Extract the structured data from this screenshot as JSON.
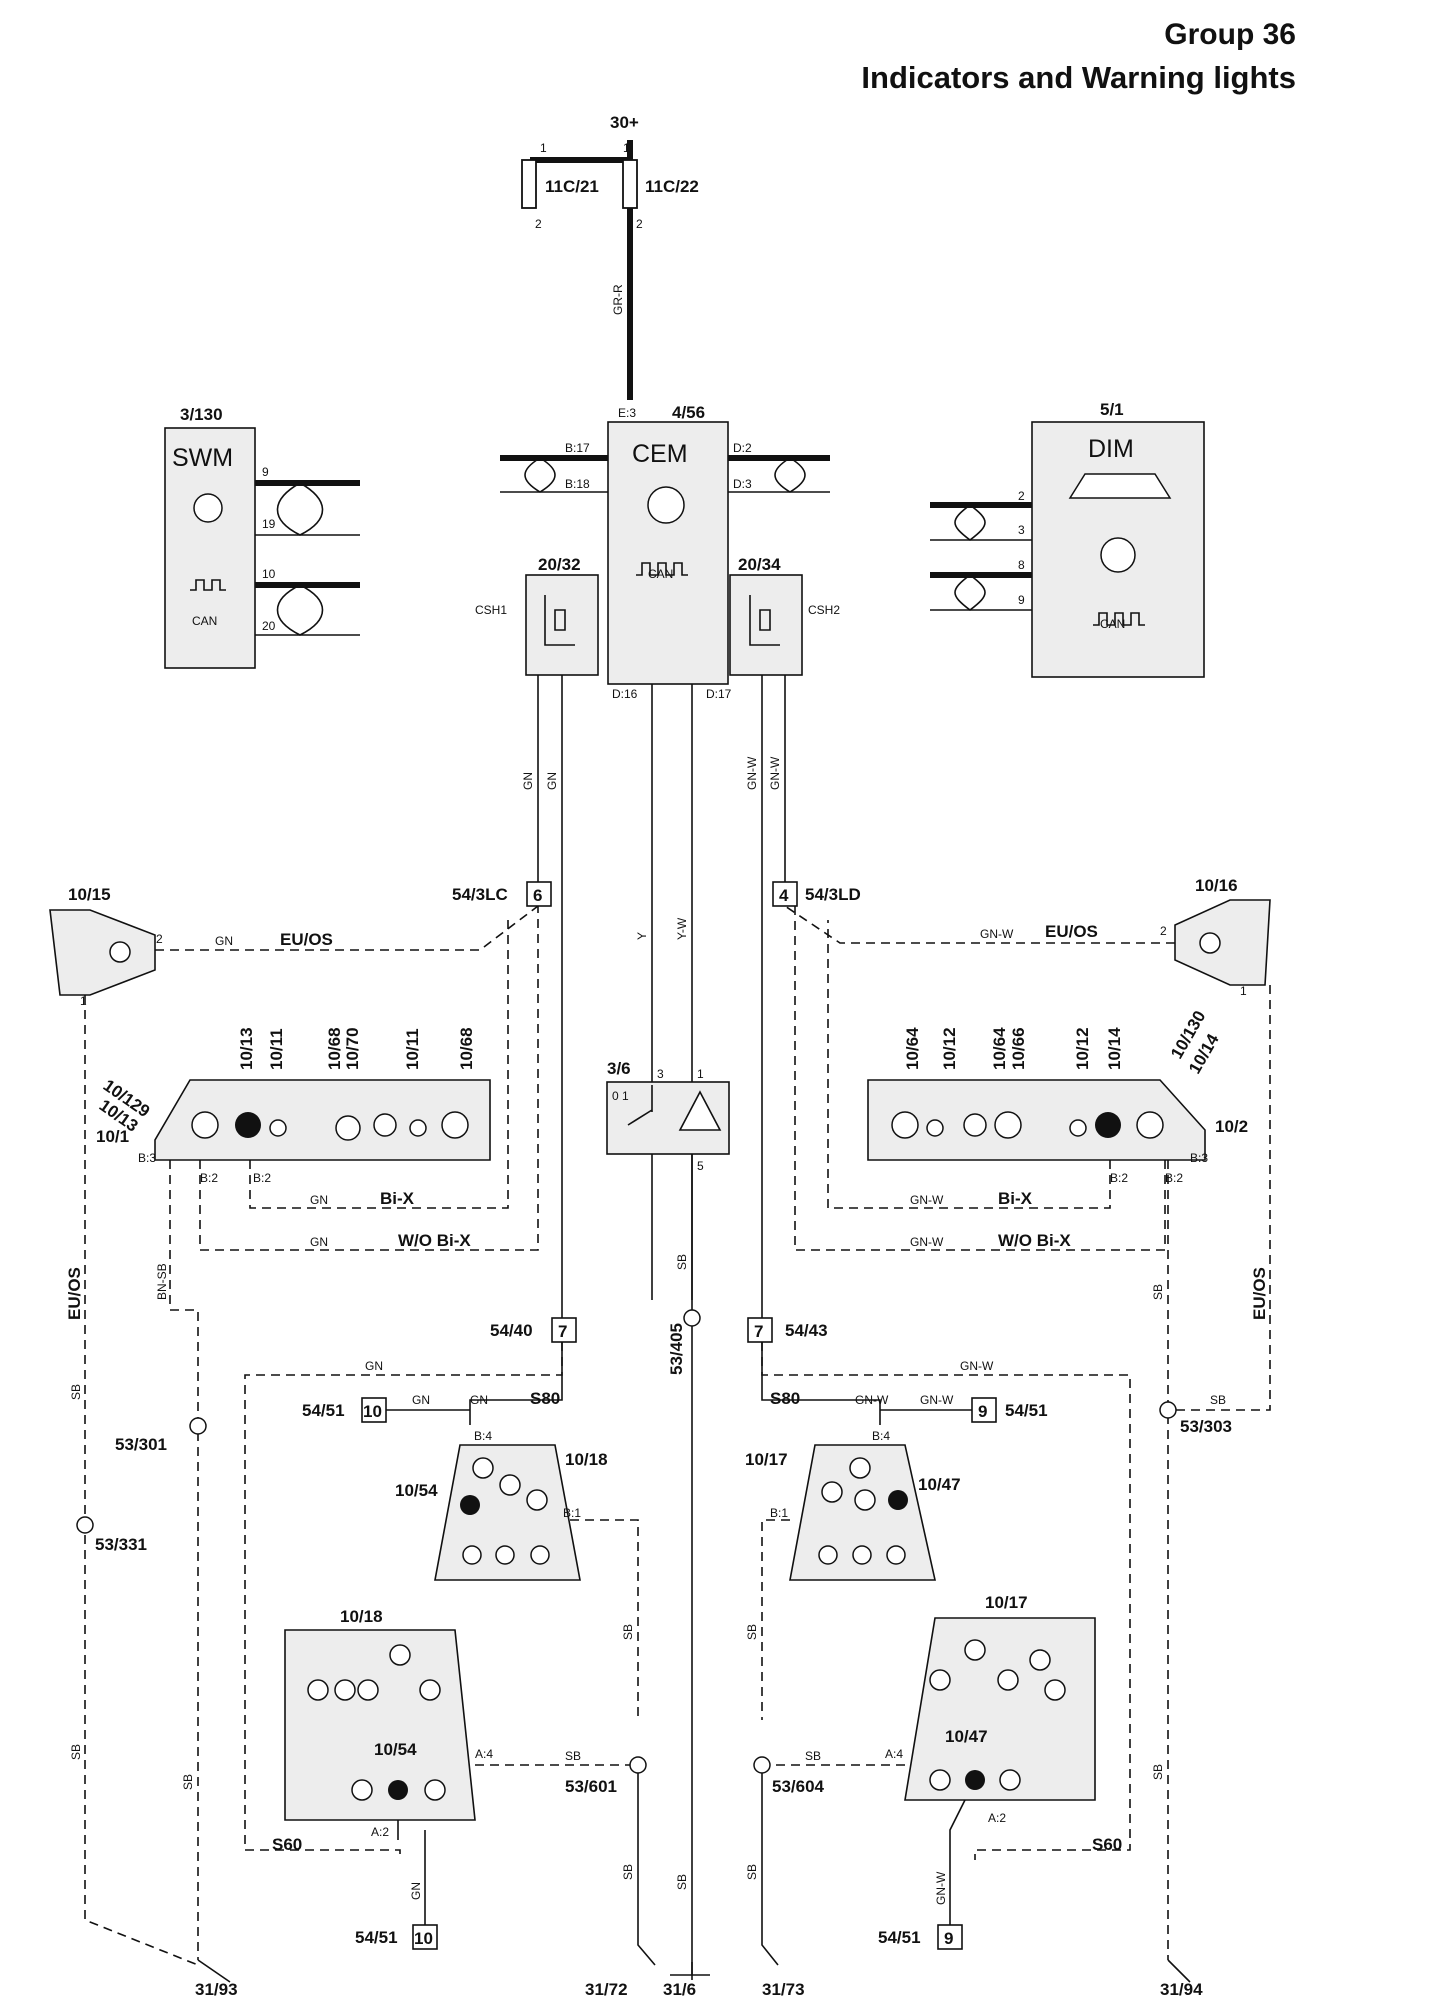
{
  "header": {
    "group": "Group 36",
    "title": "Indicators and Warning lights"
  },
  "supply": {
    "label": "30+",
    "fuse_left": "11C/21",
    "fuse_right": "11C/22",
    "wire": "GR-R"
  },
  "modules": {
    "swm": {
      "id": "3/130",
      "name": "SWM",
      "pins": [
        "9",
        "19",
        "10",
        "20"
      ],
      "can": "CAN"
    },
    "cem": {
      "id": "4/56",
      "name": "CEM",
      "pins": [
        "E:3",
        "B:17",
        "B:18",
        "D:2",
        "D:3",
        "D:16",
        "D:17"
      ],
      "can": "CAN"
    },
    "dim": {
      "id": "5/1",
      "name": "DIM",
      "pins": [
        "2",
        "3",
        "8",
        "9"
      ],
      "can": "CAN"
    },
    "csh1": {
      "id": "20/32",
      "name": "CSH1"
    },
    "csh2": {
      "id": "20/34",
      "name": "CSH2"
    },
    "hazard": {
      "id": "3/6"
    }
  },
  "connectors": {
    "c54_3lc": {
      "num": "6",
      "label": "54/3LC"
    },
    "c54_3ld": {
      "num": "4",
      "label": "54/3LD"
    },
    "c54_40": {
      "num": "7",
      "label": "54/40"
    },
    "c54_43": {
      "num": "7",
      "label": "54/43"
    },
    "c54_51_a": {
      "num": "10",
      "label": "54/51"
    },
    "c54_51_b": {
      "num": "9",
      "label": "54/51"
    },
    "c54_51_c": {
      "num": "10",
      "label": "54/51"
    },
    "c54_51_d": {
      "num": "9",
      "label": "54/51"
    }
  },
  "lamps": {
    "l10_15": "10/15",
    "l10_16": "10/16",
    "left_front": {
      "ids": [
        "10/129",
        "10/13",
        "10/1"
      ],
      "cols": [
        "10/13",
        "10/11",
        "10/68",
        "10/70",
        "10/11",
        "10/68"
      ]
    },
    "right_front": {
      "ids": [
        "10/130",
        "10/14",
        "10/2"
      ],
      "cols": [
        "10/64",
        "10/12",
        "10/64",
        "10/66",
        "10/12",
        "10/14"
      ]
    },
    "l10_18a": "10/18",
    "l10_54a": "10/54",
    "l10_17a": "10/17",
    "l10_47a": "10/47",
    "l10_18b": "10/18",
    "l10_54b": "10/54",
    "l10_17b": "10/17",
    "l10_47b": "10/47"
  },
  "wires": {
    "gn": "GN",
    "gnw": "GN-W",
    "y": "Y",
    "yw": "Y-W",
    "sb": "SB",
    "bnsb": "BN-SB",
    "euos": "EU/OS",
    "bix": "Bi-X",
    "wobix": "W/O Bi-X",
    "s80": "S80",
    "s60": "S60"
  },
  "splices": {
    "s53_301": "53/301",
    "s53_331": "53/331",
    "s53_405": "53/405",
    "s53_303": "53/303",
    "s53_601": "53/601",
    "s53_604": "53/604"
  },
  "grounds": {
    "g31_93": "31/93",
    "g31_72": "31/72",
    "g31_6": "31/6",
    "g31_73": "31/73",
    "g31_94": "31/94"
  },
  "pins": {
    "b3": "B:3",
    "b2": "B:2",
    "b4": "B:4",
    "b1": "B:1",
    "a4": "A:4",
    "a2": "A:2",
    "p1": "1",
    "p2": "2",
    "p3": "3",
    "p5": "5",
    "p01": "0 1"
  }
}
